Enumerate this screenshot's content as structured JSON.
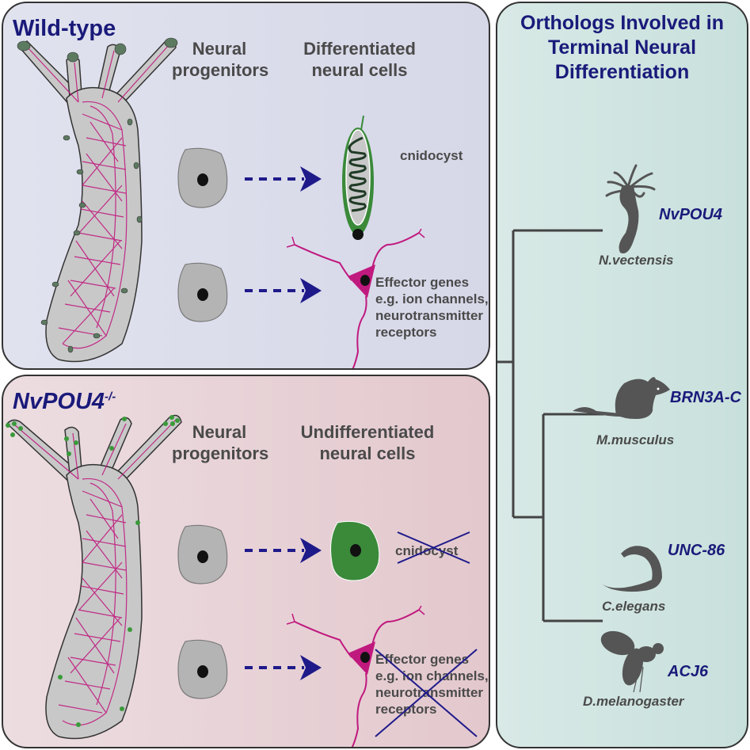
{
  "wild_type": {
    "title": "Wild-type",
    "progenitors_heading": [
      "Neural",
      "progenitors"
    ],
    "result_heading": [
      "Differentiated",
      "neural cells"
    ],
    "cnidocyst_label": "cnidocyst",
    "effector_label": [
      "Effector genes",
      "e.g. ion channels,",
      "neurotransmitter",
      "receptors"
    ]
  },
  "mutant": {
    "title": "NvPOU4",
    "title_superscript": "-/-",
    "progenitors_heading": [
      "Neural",
      "progenitors"
    ],
    "result_heading": [
      "Undifferentiated",
      "neural cells"
    ],
    "cnidocyst_label": "cnidocyst",
    "cnidocyst_crossed_out": true,
    "effector_label": [
      "Effector genes",
      "e.g. ion channels,",
      "neurotransmitter",
      "receptors"
    ],
    "effector_crossed_out": true
  },
  "orthologs": {
    "title": [
      "Orthologs Involved in",
      "Terminal Neural",
      "Differentiation"
    ],
    "species": [
      {
        "gene": "NvPOU4",
        "name": "N.vectensis",
        "icon": "sea-anemone-icon"
      },
      {
        "gene": "BRN3A-C",
        "name": "M.musculus",
        "icon": "mouse-icon"
      },
      {
        "gene": "UNC-86",
        "name": "C.elegans",
        "icon": "worm-icon"
      },
      {
        "gene": "ACJ6",
        "name": "D.melanogaster",
        "icon": "fly-icon"
      }
    ]
  },
  "colors": {
    "title_blue": "#1a1a7a",
    "arrow_blue": "#1f1a8a",
    "neuron_magenta": "#c0197e",
    "cnidocyte_green": "#3a8a3a",
    "progenitor_gray": "#b4b4b4",
    "silhouette_gray": "#555555",
    "text_gray": "#4a4a4a"
  }
}
